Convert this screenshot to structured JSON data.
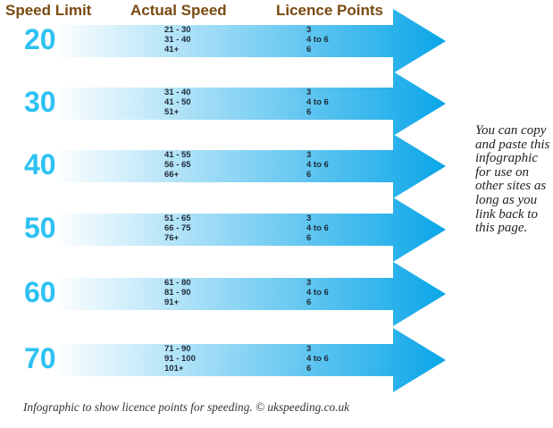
{
  "headers": {
    "speed_limit": "Speed Limit",
    "actual_speed": "Actual Speed",
    "licence_points": "Licence Points"
  },
  "rows": [
    {
      "limit": "20",
      "speeds": [
        "21 - 30",
        "31 - 40",
        "41+"
      ],
      "points": [
        "3",
        "4 to 6",
        "6"
      ]
    },
    {
      "limit": "30",
      "speeds": [
        "31 - 40",
        "41 - 50",
        "51+"
      ],
      "points": [
        "3",
        "4 to 6",
        "6"
      ]
    },
    {
      "limit": "40",
      "speeds": [
        "41 - 55",
        "56 - 65",
        "66+"
      ],
      "points": [
        "3",
        "4 to 6",
        "6"
      ]
    },
    {
      "limit": "50",
      "speeds": [
        "51 - 65",
        "66 - 75",
        "76+"
      ],
      "points": [
        "3",
        "4 to 6",
        "6"
      ]
    },
    {
      "limit": "60",
      "speeds": [
        "61 - 80",
        "81 - 90",
        "91+"
      ],
      "points": [
        "3",
        "4 to 6",
        "6"
      ]
    },
    {
      "limit": "70",
      "speeds": [
        "71 - 90",
        "91 - 100",
        "101+"
      ],
      "points": [
        "3",
        "4 to 6",
        "6"
      ]
    }
  ],
  "side_note": "You can copy and paste this infographic for use on other sites as long as you link back to this page.",
  "caption": "Infographic to show licence points for speeding. © ukspeeding.co.uk",
  "colors": {
    "header_text": "#7a4a12",
    "limit_text": "#2cc1f2",
    "arrow_light": "#ffffff",
    "arrow_dark": "#0aa6e8"
  }
}
